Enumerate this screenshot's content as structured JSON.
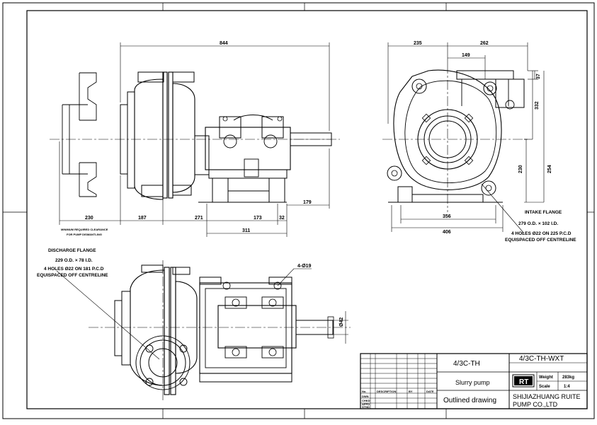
{
  "dimensions": {
    "overall_length": "844",
    "base_230": "230",
    "base_187": "187",
    "base_271": "271",
    "base_173": "173",
    "base_32": "32",
    "base_311": "311",
    "shaft_179": "179",
    "top_235": "235",
    "top_262": "262",
    "top_149": "149",
    "right_37": "37",
    "right_332": "332",
    "right_230": "230",
    "right_254": "254",
    "bottom_356": "356",
    "bottom_406": "406",
    "bolt_holes_plan": "4-Ø19",
    "shaft_dia": "Ø42"
  },
  "notes": {
    "clearance_line1": "MINIMUM REQUIRED CLEARANCE",
    "clearance_line2": "FOR PUMP DISMANTLING",
    "discharge_title": "DISCHARGE FLANGE",
    "discharge_od": "229 O.D. × 78 I.D.",
    "discharge_holes": "4 HOLES Ø22 ON 181 P.C.D",
    "discharge_space": "EQUISPACED OFF CENTRELINE",
    "intake_title": "INTAKE FLANGE",
    "intake_od": "279 O.D. × 102 I.D.",
    "intake_holes": "4 HOLES Ø22 ON 225 P.C.D",
    "intake_space": "EQUISPACED OFF CENTRELINE"
  },
  "title_block": {
    "model": "4/3C-TH",
    "drawing_no": "4/3C-TH-WXT",
    "name": "Slurry pump",
    "title": "Outlined drawing",
    "weight_label": "Weight",
    "weight_value": "283kg",
    "scale_label": "Scale",
    "scale_value": "1:4",
    "company_line1": "SHIJIAZHUANG RUITE",
    "company_line2": "PUMP CO.,LTD",
    "logo_text": "RT",
    "rev_col_no": "No.",
    "rev_col_desc": "DESCRIPTION",
    "rev_col_by": "BY",
    "rev_col_date": "DATE",
    "row_dwn": "DWN",
    "row_chkd": "CHKD",
    "row_appd": "APPD",
    "row_stnd": "STND"
  }
}
